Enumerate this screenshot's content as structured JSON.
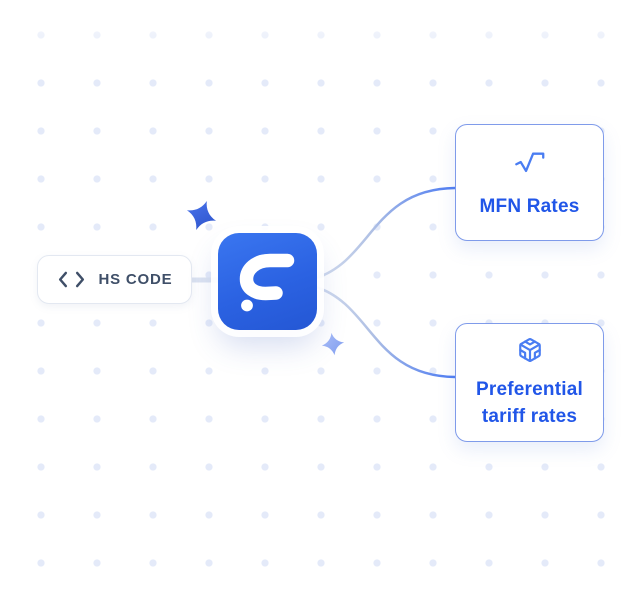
{
  "hs_code": {
    "label": "HS CODE",
    "icon": "code-icon"
  },
  "app_logo": {
    "name": "app-logo-tile"
  },
  "cards": [
    {
      "icon": "square-root-icon",
      "title": "MFN Rates"
    },
    {
      "icon": "cube-icon",
      "title": "Preferential tariff rates"
    }
  ],
  "colors": {
    "background": "#ffffff",
    "dot": "#e4eaf9",
    "pill_border": "#e3e8f1",
    "pill_text": "#3f4f68",
    "connector_gray": "#d3dcee",
    "connector_blue": "#4f7df2",
    "logo_gradient_top": "#3a76f0",
    "logo_gradient_bottom": "#2457d4",
    "card_border": "#7f9bea",
    "card_text": "#2156e8",
    "card_icon_blue": "#4a7df2",
    "sparkle_dark": "#3b63e0",
    "sparkle_light": "#96aef4"
  }
}
